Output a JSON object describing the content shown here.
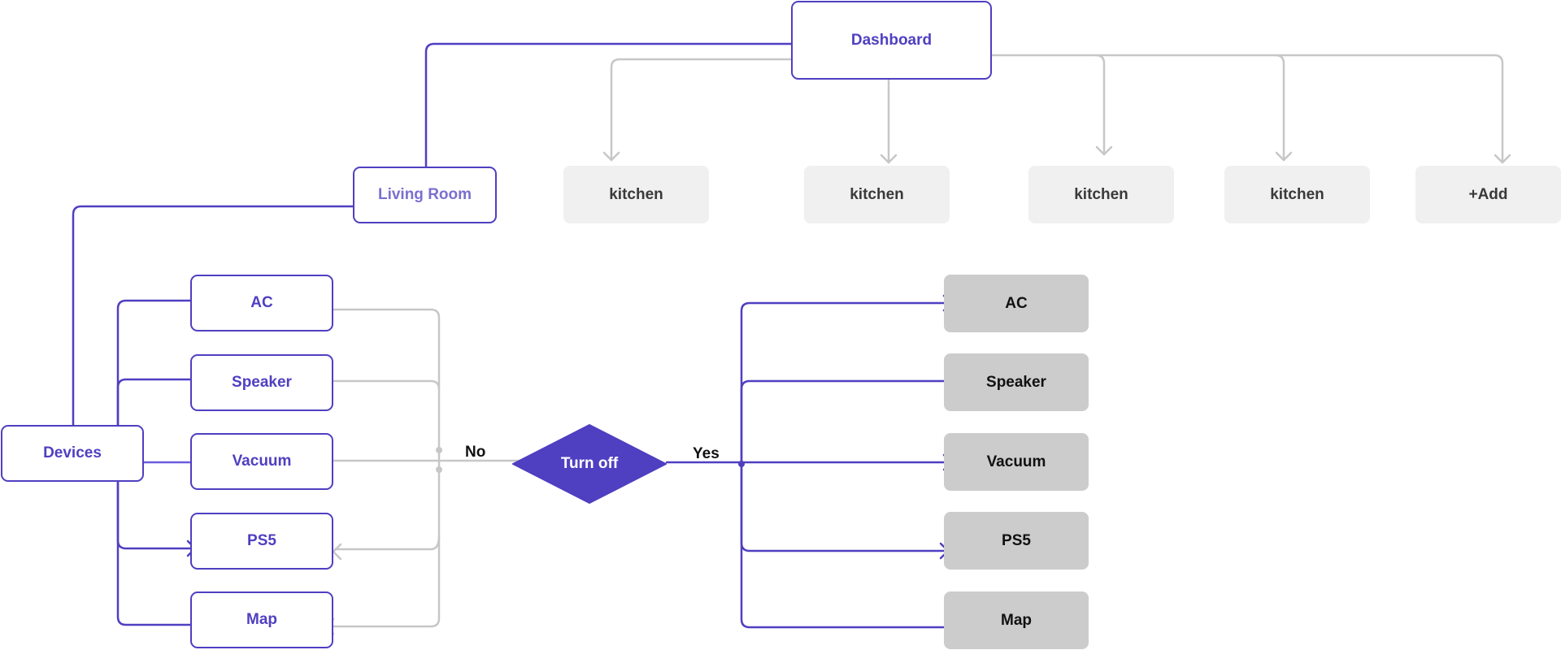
{
  "colors": {
    "accent": "#4f3fc1",
    "connector_muted": "#c7c7c7",
    "node_light_bg": "#f0f0f0",
    "node_grey_bg": "#cccccc"
  },
  "nodes": {
    "dashboard": "Dashboard",
    "living_room": "Living Room",
    "rooms": [
      "kitchen",
      "kitchen",
      "kitchen",
      "kitchen"
    ],
    "add": "+Add",
    "devices": "Devices",
    "device_list": [
      "AC",
      "Speaker",
      "Vacuum",
      "PS5",
      "Map"
    ],
    "decision": "Turn off",
    "result_list": [
      "AC",
      "Speaker",
      "Vacuum",
      "PS5",
      "Map"
    ]
  },
  "edge_labels": {
    "no": "No",
    "yes": "Yes"
  }
}
